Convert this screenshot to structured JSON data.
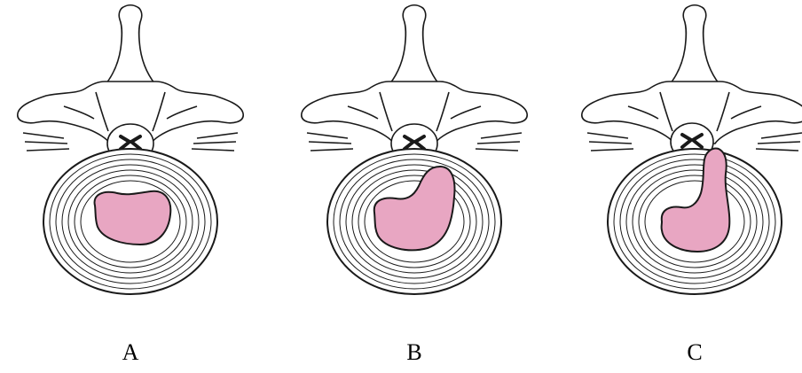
{
  "figure": {
    "panels": [
      {
        "label": "A",
        "stage": "normal"
      },
      {
        "label": "B",
        "stage": "bulge"
      },
      {
        "label": "C",
        "stage": "herniation"
      }
    ]
  },
  "colors": {
    "nucleus": "#e8a6c2",
    "outline": "#1a1a1a",
    "background": "#ffffff"
  },
  "icons": [
    "vertebra-icon",
    "spinal-cord-icon",
    "annulus-icon",
    "nucleus-pulposus-icon"
  ]
}
